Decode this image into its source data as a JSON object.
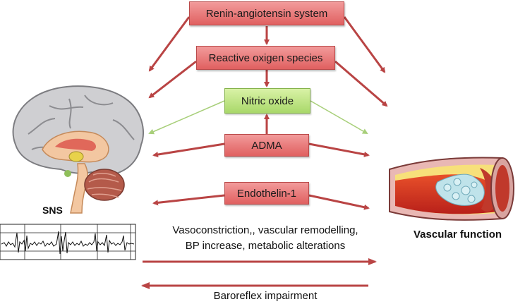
{
  "boxes": {
    "ras": "Renin-angiotensin system",
    "ros": "Reactive oxigen species",
    "no": "Nitric oxide",
    "adma": "ADMA",
    "et1": "Endothelin-1"
  },
  "labels": {
    "sns": "SNS",
    "vascular_function": "Vascular function",
    "effects_line1": "Vasoconstriction,, vascular remodelling,",
    "effects_line2": "BP increase, metabolic alterations",
    "baroreflex": "Baroreflex impairment"
  },
  "colors": {
    "red_box": "#e47070",
    "green_box": "#b9e27c",
    "red_arrow": "#b94444",
    "green_arrow": "#a8cf7a"
  }
}
